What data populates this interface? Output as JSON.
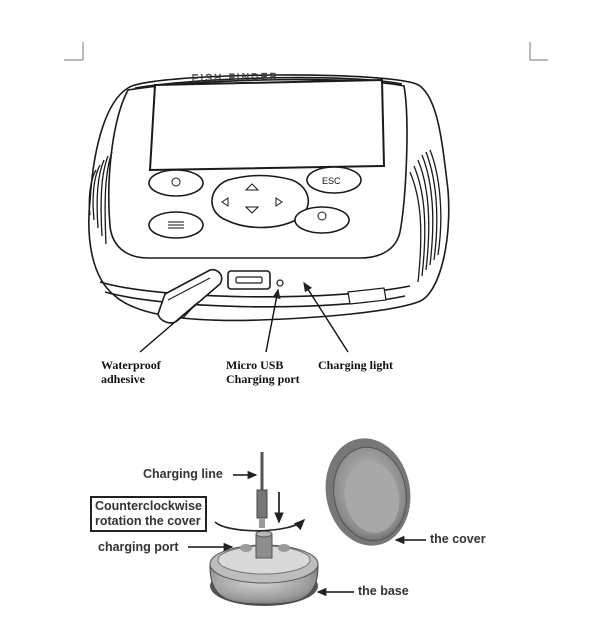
{
  "device": {
    "brand_text": "FISH FINDER",
    "esc_label": "ESC"
  },
  "top_labels": {
    "waterproof_line1": "Waterproof",
    "waterproof_line2": "adhesive",
    "usb_line1": "Micro USB",
    "usb_line2": "Charging port",
    "charging_light": "Charging light"
  },
  "bottom_labels": {
    "charging_line": "Charging line",
    "rotation_line1": "Counterclockwise",
    "rotation_line2": "rotation  the cover",
    "charging_port": "charging port",
    "the_cover": "the cover",
    "the_base": "the base"
  }
}
